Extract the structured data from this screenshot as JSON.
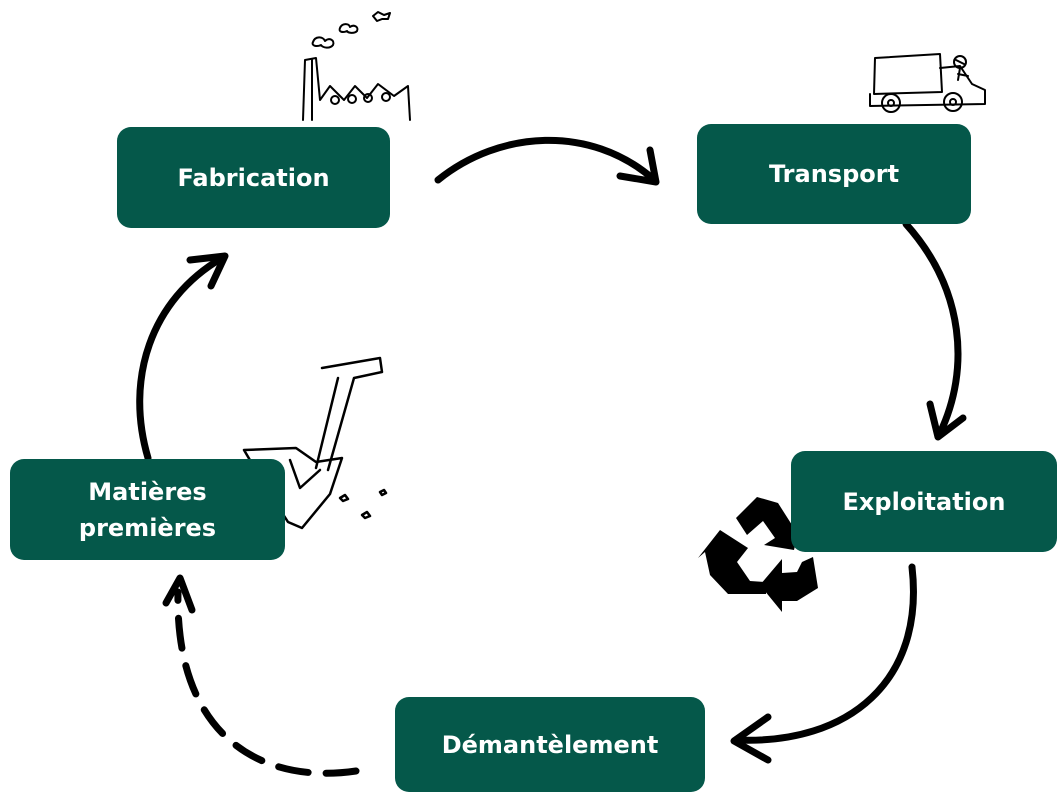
{
  "diagram": {
    "nodes": [
      {
        "id": "fabrication",
        "label": "Fabrication"
      },
      {
        "id": "transport",
        "label": "Transport"
      },
      {
        "id": "exploitation",
        "label": "Exploitation"
      },
      {
        "id": "demantelement",
        "label": "Démantèlement"
      },
      {
        "id": "matieres",
        "label": "Matières premières"
      }
    ],
    "edges": [
      {
        "from": "fabrication",
        "to": "transport",
        "style": "solid"
      },
      {
        "from": "transport",
        "to": "exploitation",
        "style": "solid"
      },
      {
        "from": "exploitation",
        "to": "demantelement",
        "style": "solid"
      },
      {
        "from": "demantelement",
        "to": "matieres",
        "style": "dashed"
      },
      {
        "from": "matieres",
        "to": "fabrication",
        "style": "solid"
      }
    ],
    "illustrations": [
      {
        "name": "factory-icon",
        "near": "fabrication"
      },
      {
        "name": "truck-icon",
        "near": "transport"
      },
      {
        "name": "recycle-icon",
        "near": "exploitation"
      },
      {
        "name": "shovel-icon",
        "near": "matieres"
      }
    ],
    "colors": {
      "node_fill": "#05584a",
      "node_text": "#ffffff",
      "arrow": "#000000",
      "background": "#ffffff"
    }
  }
}
